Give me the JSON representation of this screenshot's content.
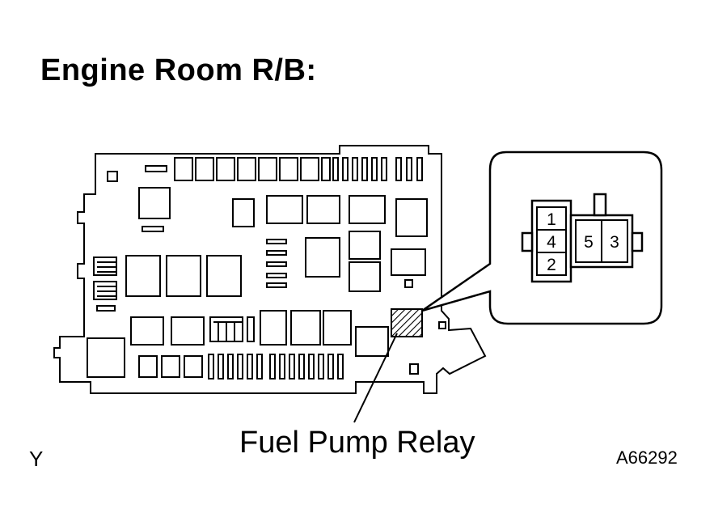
{
  "title": "Engine Room R/B:",
  "relay_label": "Fuel Pump Relay",
  "corner_left": "Y",
  "corner_right": "A66292",
  "connector": {
    "pins_left": [
      "1",
      "4",
      "2"
    ],
    "pins_right": [
      "5",
      "3"
    ]
  }
}
